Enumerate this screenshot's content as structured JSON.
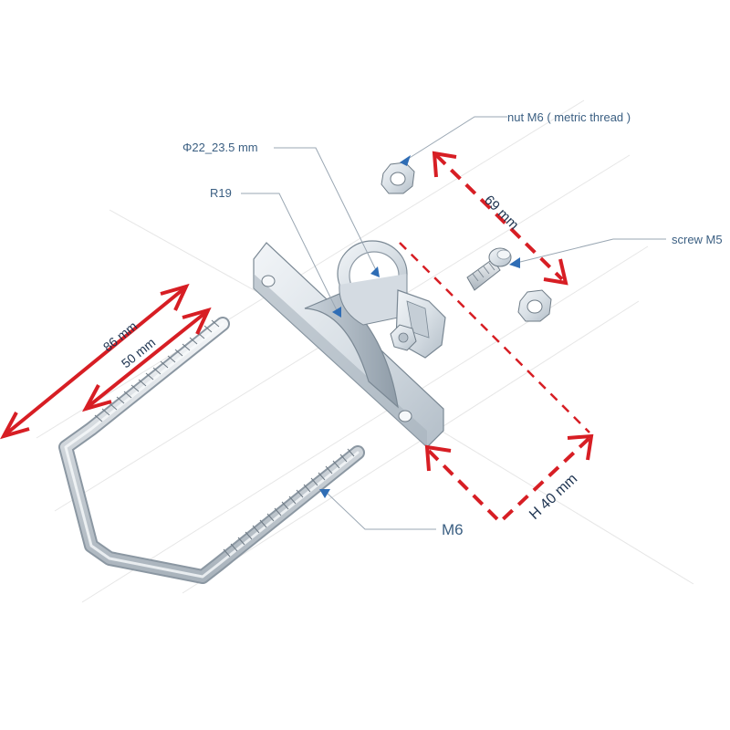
{
  "labels": {
    "nut": "nut M6 ( metric thread )",
    "diameter": "Φ22_23.5 mm",
    "radius": "R19",
    "screw": "screw M5",
    "thread": "M6"
  },
  "dimensions": {
    "overall_length": "86 mm",
    "thread_length": "50 mm",
    "bolt_spacing": "69 mm",
    "height": "H 40 mm"
  },
  "colors": {
    "dimension": "#d71e24",
    "label": "#3b5f82",
    "pointer": "#2f6db5",
    "metal_light": "#e3e8ed",
    "metal_dark": "#aeb8c2"
  },
  "icons": {
    "pointer": "triangle-arrow-icon",
    "arrowhead": "chevron-arrow-icon"
  }
}
